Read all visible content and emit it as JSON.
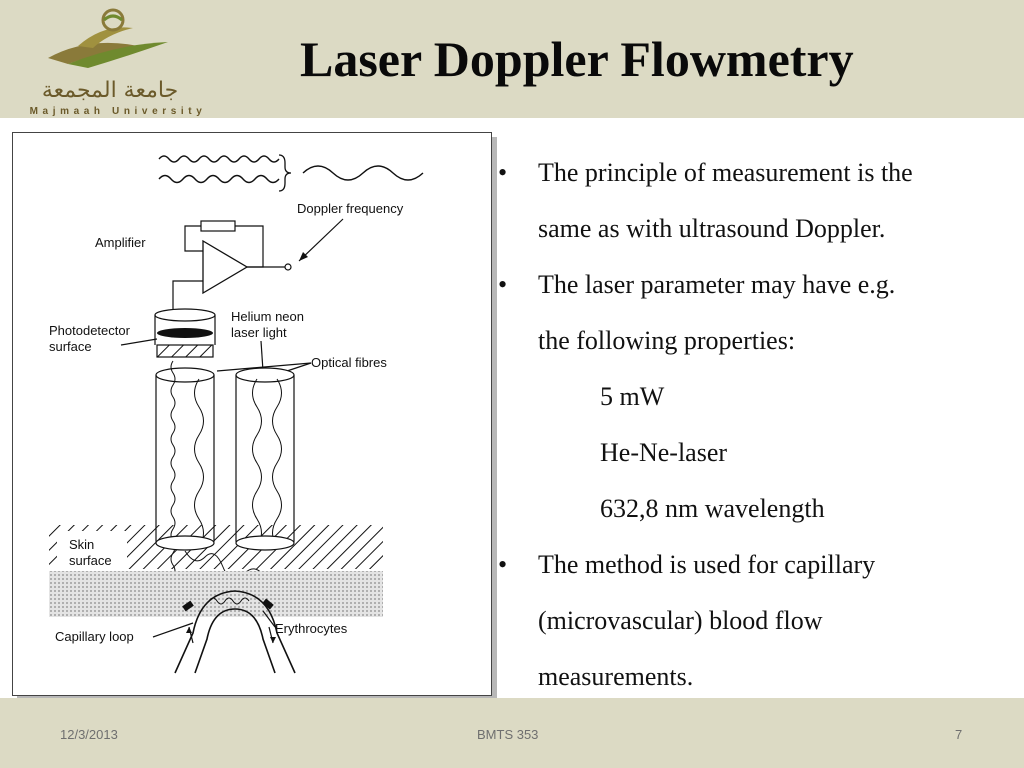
{
  "header": {
    "title": "Laser Doppler Flowmetry",
    "logo": {
      "arabic": "جامعة المجمعة",
      "latin": "Majmaah University"
    }
  },
  "figure": {
    "labels": {
      "doppler_frequency": "Doppler frequency",
      "amplifier": "Amplifier",
      "photodetector_1": "Photodetector",
      "photodetector_2": "surface",
      "helium_1": "Helium neon",
      "helium_2": "laser light",
      "optical_fibres": "Optical fibres",
      "skin_1": "Skin",
      "skin_2": "surface",
      "capillary_loop": "Capillary loop",
      "erythrocytes": "Erythrocytes"
    }
  },
  "bullets": [
    {
      "line1": "The principle of measurement is the",
      "line2": "same as with ultrasound Doppler."
    },
    {
      "line1": "The laser parameter may have e.g.",
      "line2": "the following properties:"
    },
    {
      "line1": "The method is used for capillary",
      "line2": "(microvascular) blood flow",
      "line3": "measurements."
    }
  ],
  "properties": [
    "5 mW",
    "He-Ne-laser",
    "632,8 nm wavelength"
  ],
  "footer": {
    "date": "12/3/2013",
    "course": "BMTS 353",
    "page": "7"
  },
  "colors": {
    "header_bg": "#dcdac4",
    "logo_brown": "#6b5a2a",
    "logo_green": "#6f8a2e"
  }
}
